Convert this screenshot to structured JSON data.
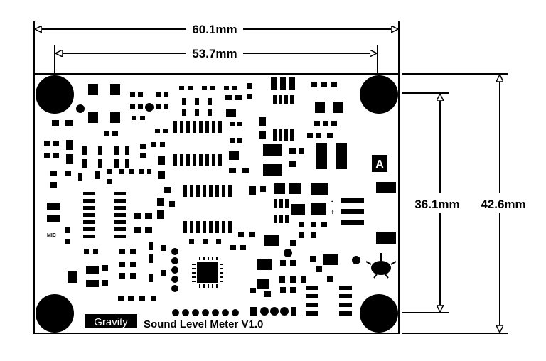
{
  "dimensions": {
    "width_outer": "60.1mm",
    "width_inner": "53.7mm",
    "height_inner": "36.1mm",
    "height_outer": "42.6mm"
  },
  "board": {
    "brand": "Gravity",
    "product": "Sound Level Meter V1.0",
    "silk_a": "A",
    "silk_mic": "MIC",
    "silk_minus": "-",
    "silk_plus": "+"
  },
  "colors": {
    "ink": "#000000",
    "board": "#ffffff"
  }
}
